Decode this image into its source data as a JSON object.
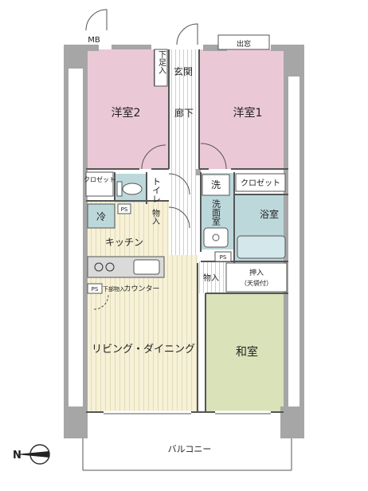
{
  "plan": {
    "rooms": {
      "western2": "洋室2",
      "western1": "洋室1",
      "corridor": "廊下",
      "entrance": "玄関",
      "shoe_storage": "下足入",
      "mb": "MB",
      "bay": "出窓",
      "closet_left": "クロゼット",
      "toilet": "トイレ",
      "storage_small": "物入",
      "closet_right": "クロゼット",
      "wash": "洗",
      "washroom": "洗面室",
      "bath": "浴室",
      "fridge": "冷",
      "kitchen": "キッチン",
      "counter": "カウンター",
      "ps": "PS",
      "underfloor_storage": "下部物入",
      "storage_hall": "物入",
      "oshiire": "押入",
      "oshiire_sub": "（天袋付）",
      "ldk": "リビング・ダイニング",
      "washitsu": "和室",
      "balcony": "バルコニー"
    },
    "colors": {
      "pink": "#EBC8D6",
      "wood": "#F6F1D7",
      "tatami": "#D9E2B9",
      "wet": "#BCD8DB",
      "wall": "#A6A6A6",
      "line": "#555555"
    },
    "compass_icon": "north-arrow-icon"
  }
}
